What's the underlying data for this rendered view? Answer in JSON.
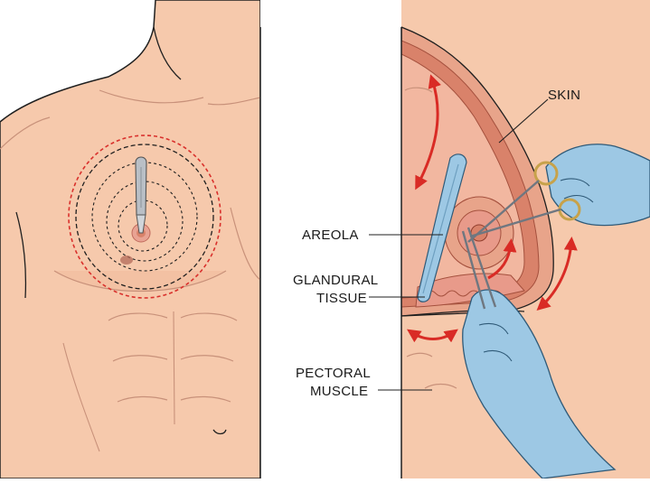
{
  "labels": {
    "skin": "SKIN",
    "areola": "AREOLA",
    "glandular_line1": "GLANDURAL",
    "glandular_line2": "TISSUE",
    "pectoral_line1": "PECTORAL",
    "pectoral_line2": "MUSCLE"
  },
  "colors": {
    "skin_fill": "#f6c9ac",
    "skin_shade": "#eeb393",
    "outline": "#1f1f1f",
    "incision_dash": "#d9302c",
    "layer_outer": "#e8a48a",
    "layer_mid": "#d9826a",
    "layer_inner": "#f2b7a0",
    "areola": "#e89a8a",
    "glove": "#9dc8e4",
    "glove_dark": "#6e9fc0",
    "arrow": "#d92b25",
    "instrument": "#b9bfc6"
  },
  "icons": {
    "scalpel": "scalpel-icon",
    "scissors": "surgical-scissors-icon",
    "forceps": "forceps-icon",
    "retractor": "retractor-icon",
    "arrow": "curved-arrow-icon"
  }
}
